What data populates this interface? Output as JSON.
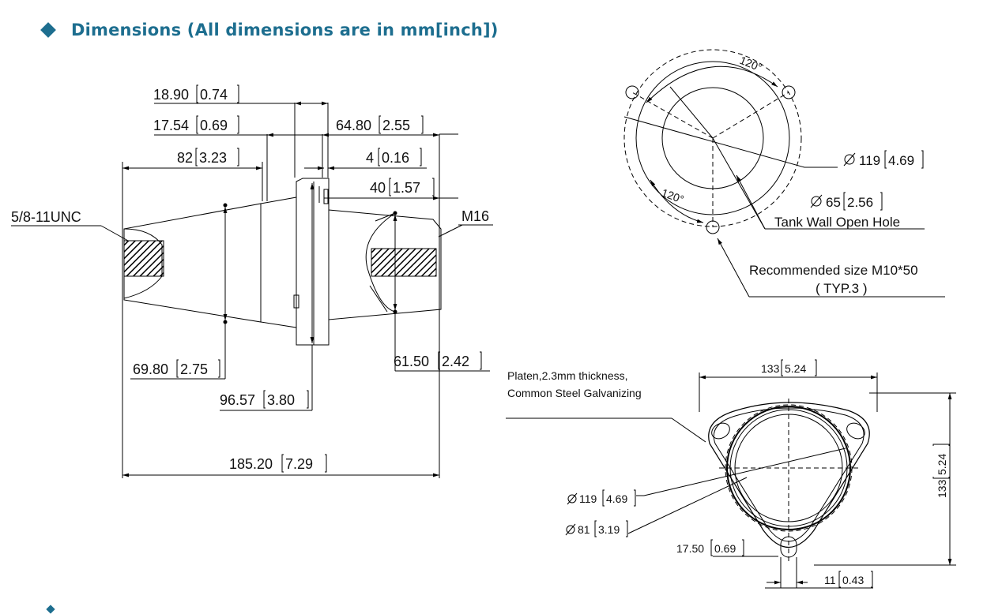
{
  "heading": {
    "title": "Dimensions (All dimensions are in mm[inch])",
    "marker_color": "#1d6e8f"
  },
  "side_view": {
    "d_18_90": {
      "mm": "18.90",
      "inch": "0.74"
    },
    "d_17_54": {
      "mm": "17.54",
      "inch": "0.69"
    },
    "d_82": {
      "mm": "82",
      "inch": "3.23"
    },
    "d_64_80": {
      "mm": "64.80",
      "inch": "2.55"
    },
    "d_4": {
      "mm": "4",
      "inch": "0.16"
    },
    "d_40": {
      "mm": "40",
      "inch": "1.57"
    },
    "thread_left": "5/8-11UNC",
    "thread_right": "M16",
    "d_69_80": {
      "mm": "69.80",
      "inch": "2.75"
    },
    "d_96_57": {
      "mm": "96.57",
      "inch": "3.80"
    },
    "d_61_50": {
      "mm": "61.50",
      "inch": "2.42"
    },
    "d_185_20": {
      "mm": "185.20",
      "inch": "7.29"
    }
  },
  "hole_view": {
    "angle_top": "120°",
    "angle_left": "120°",
    "dia_119": {
      "mm": "119",
      "inch": "4.69"
    },
    "dia_65": {
      "mm": "65",
      "inch": "2.56"
    },
    "open_hole_label": "Tank Wall Open Hole",
    "recommended_label": "Recommended size M10*50",
    "typ_label": "( TYP.3 )"
  },
  "plate_view": {
    "platen_line1": "Platen,2.3mm thickness,",
    "platen_line2": "Common Steel Galvanizing",
    "width": {
      "mm": "133",
      "inch": "5.24"
    },
    "height": {
      "mm": "133",
      "inch": "5.24"
    },
    "dia_119": {
      "mm": "119",
      "inch": "4.69"
    },
    "dia_81": {
      "mm": "81",
      "inch": "3.19"
    },
    "d_17_50": {
      "mm": "17.50",
      "inch": "0.69"
    },
    "d_11": {
      "mm": "11",
      "inch": "0.43"
    }
  }
}
